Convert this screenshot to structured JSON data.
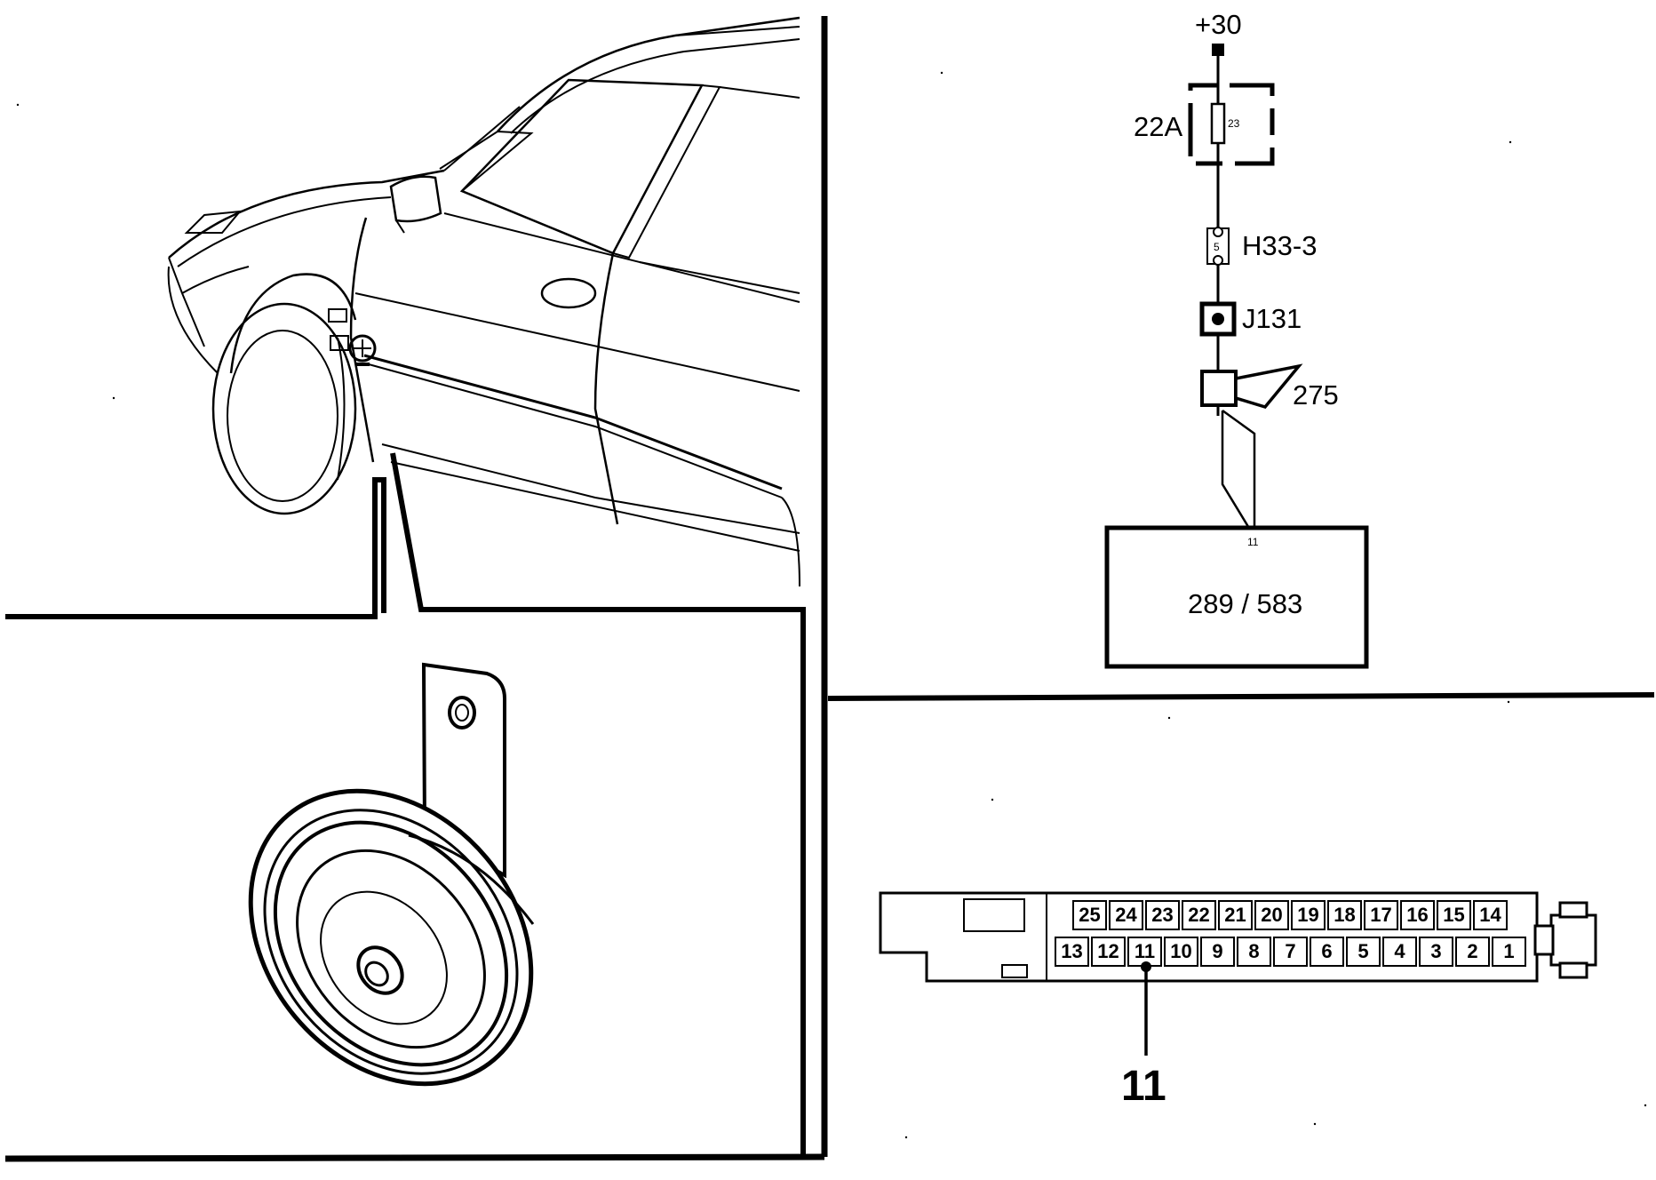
{
  "schematic": {
    "supply_label": "+30",
    "fuse_box_label": "22A",
    "fuse_number": "23",
    "connector_label": "H33-3",
    "connector_pin": "5",
    "junction_label": "J131",
    "horn_label": "275",
    "module_pin": "11",
    "module_label": "289 / 583"
  },
  "connector_block": {
    "top_row_pins": [
      "25",
      "24",
      "23",
      "22",
      "21",
      "20",
      "19",
      "18",
      "17",
      "16",
      "15",
      "14"
    ],
    "bottom_row_pins": [
      "13",
      "12",
      "11",
      "10",
      "9",
      "8",
      "7",
      "6",
      "5",
      "4",
      "3",
      "2",
      "1"
    ],
    "highlighted_pin_label": "11"
  }
}
